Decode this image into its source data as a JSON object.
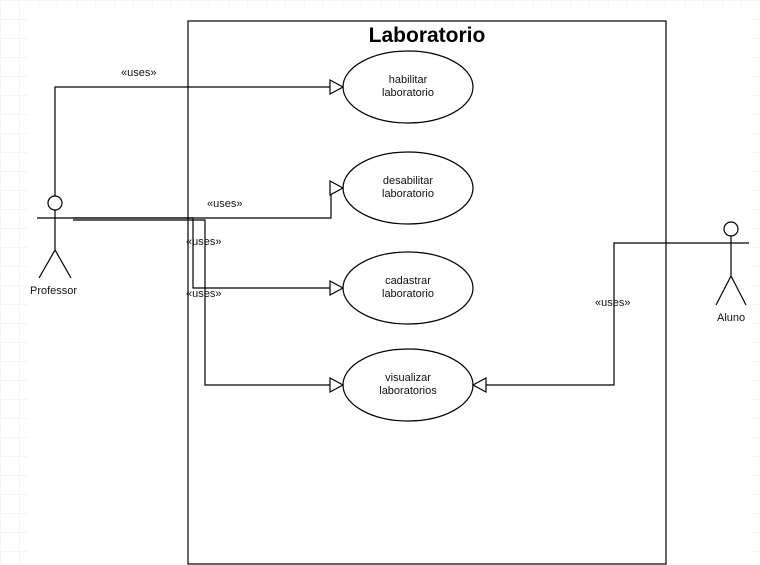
{
  "system": {
    "title": "Laboratorio"
  },
  "actors": {
    "professor": "Professor",
    "aluno": "Aluno"
  },
  "use_cases": {
    "habilitar": {
      "line1": "habilitar",
      "line2": "laboratorio"
    },
    "desabilitar": {
      "line1": "desabilitar",
      "line2": "laboratorio"
    },
    "cadastrar": {
      "line1": "cadastrar",
      "line2": "laboratorio"
    },
    "visualizar": {
      "line1": "visualizar",
      "line2": "laboratorios"
    }
  },
  "relations": {
    "uses": "«uses»"
  },
  "colors": {
    "grid": "#e6ecf4",
    "line": "#000000",
    "fill": "#ffffff"
  }
}
